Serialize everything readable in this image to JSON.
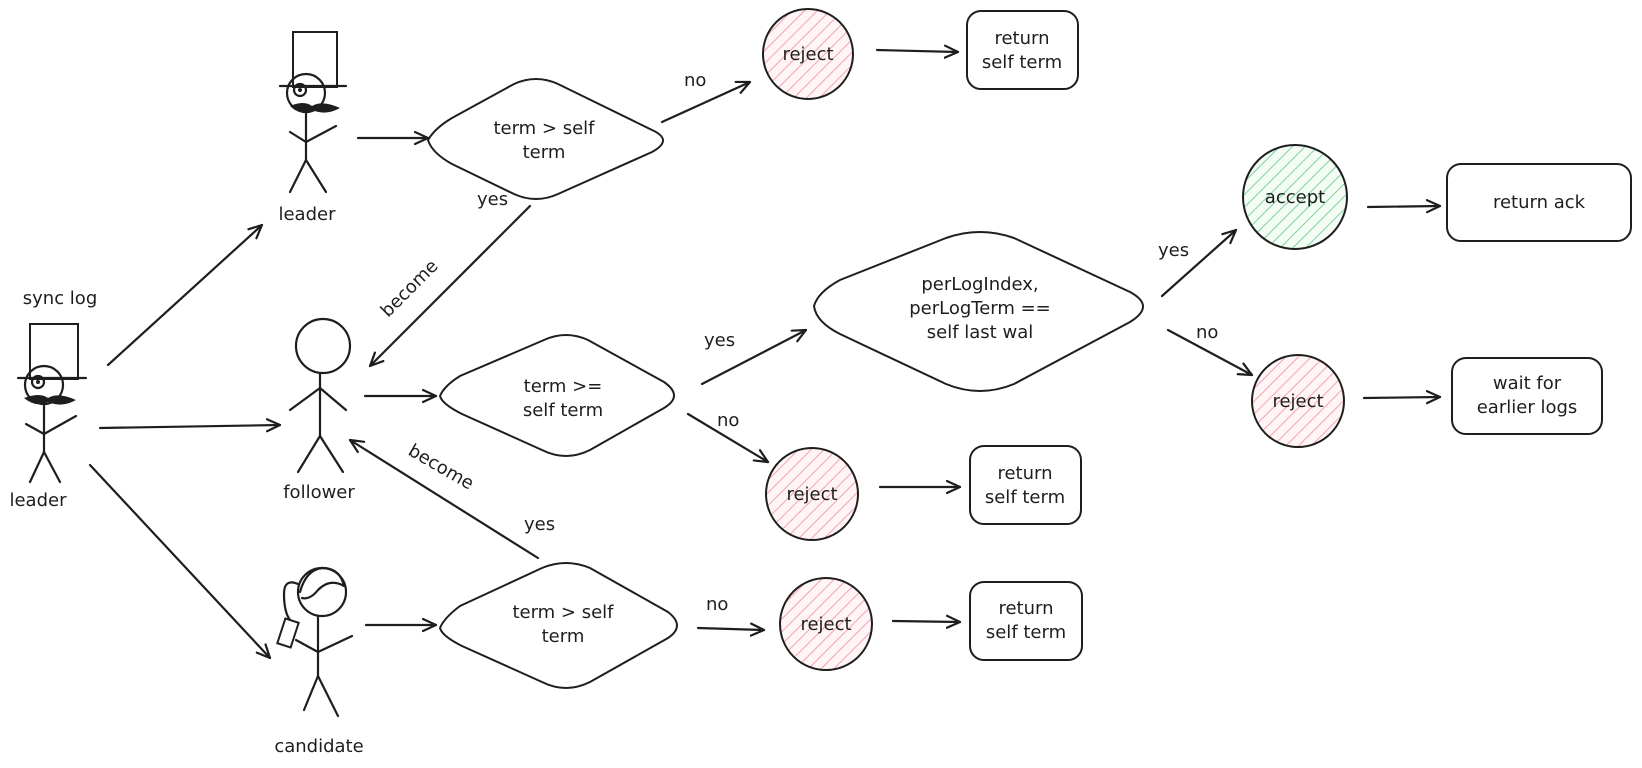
{
  "colors": {
    "ink": "#1e1e1e",
    "reject_hatch": "#f2a3ae",
    "accept_hatch": "#7fd39b"
  },
  "actors": {
    "sync_leader": {
      "title": "sync log",
      "label": "leader"
    },
    "leader": {
      "label": "leader"
    },
    "follower": {
      "label": "follower"
    },
    "candidate": {
      "label": "candidate"
    }
  },
  "decisions": {
    "leader_term_check": {
      "line1": "term > self",
      "line2": "term"
    },
    "follower_term_check": {
      "line1": "term >=",
      "line2": "self term"
    },
    "candidate_term_check": {
      "line1": "term > self",
      "line2": "term"
    },
    "log_check": {
      "line1": "perLogIndex,",
      "line2": "perLogTerm ==",
      "line3": "self last wal"
    }
  },
  "outcomes": {
    "reject_leader": "reject",
    "reject_follower": "reject",
    "reject_candidate": "reject",
    "reject_log": "reject",
    "accept_log": "accept"
  },
  "results": {
    "leader_return": {
      "line1": "return",
      "line2": "self term"
    },
    "follower_return": {
      "line1": "return",
      "line2": "self term"
    },
    "candidate_return": {
      "line1": "return",
      "line2": "self term"
    },
    "ack_return": {
      "line1": "return ack"
    },
    "wait_logs": {
      "line1": "wait for",
      "line2": "earlier logs"
    }
  },
  "edge_labels": {
    "leader_no": "no",
    "leader_yes": "yes",
    "leader_become": "become",
    "follower_yes": "yes",
    "follower_no": "no",
    "candidate_no": "no",
    "candidate_yes": "yes",
    "candidate_become": "become",
    "log_yes": "yes",
    "log_no": "no"
  }
}
